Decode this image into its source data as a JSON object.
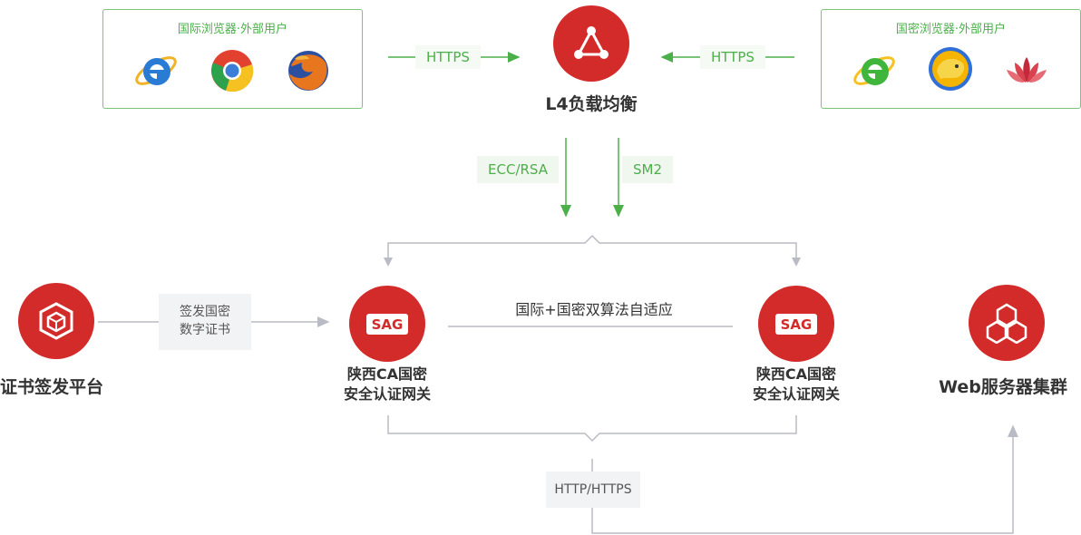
{
  "left_group": {
    "title": "国际浏览器·外部用户",
    "browsers": [
      "ie-icon",
      "chrome-icon",
      "firefox-icon"
    ]
  },
  "right_group": {
    "title": "国密浏览器·外部用户",
    "browsers": [
      "360-browser-icon",
      "liebao-browser-icon",
      "lotus-browser-icon"
    ]
  },
  "connectors": {
    "https_left": "HTTPS",
    "https_right": "HTTPS",
    "ecc_rsa": "ECC/RSA",
    "sm2": "SM2",
    "cert_label_line1": "签发国密",
    "cert_label_line2": "数字证书",
    "adaptive": "国际+国密双算法自适应",
    "http_https": "HTTP/HTTPS"
  },
  "nodes": {
    "load_balancer": {
      "label": "L4负载均衡"
    },
    "cert_platform": {
      "label": "证书签发平台"
    },
    "gateway_left": {
      "badge": "SAG",
      "line1": "陕西CA国密",
      "line2": "安全认证网关"
    },
    "gateway_right": {
      "badge": "SAG",
      "line1": "陕西CA国密",
      "line2": "安全认证网关"
    },
    "web_cluster": {
      "label": "Web服务器集群"
    }
  },
  "colors": {
    "brand_red": "#d32a2a",
    "green": "#4cb04a",
    "line_gray": "#b9bcc4"
  }
}
